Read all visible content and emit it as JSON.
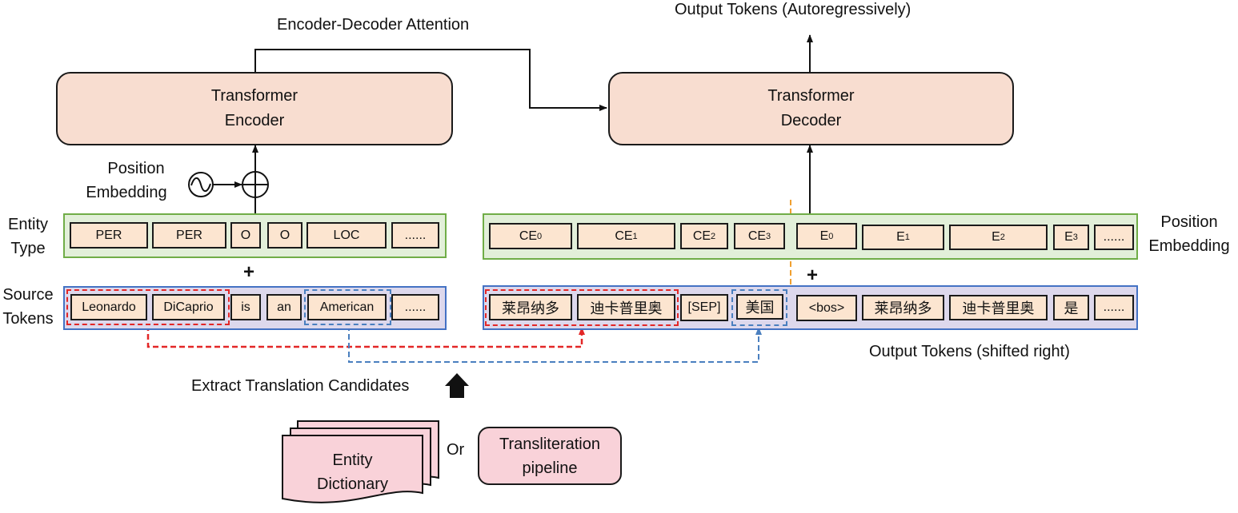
{
  "titles": {
    "enc_dec_attention": "Encoder-Decoder Attention",
    "output_autoregressive": "Output Tokens (Autoregressively)",
    "output_shifted": "Output Tokens (shifted right)",
    "extract_candidates": "Extract Translation Candidates",
    "or": "Or"
  },
  "encoder": {
    "line1": "Transformer",
    "line2": "Encoder"
  },
  "decoder": {
    "line1": "Transformer",
    "line2": "Decoder"
  },
  "left_labels": {
    "position_line1": "Position",
    "position_line2": "Embedding",
    "entity_line1": "Entity",
    "entity_line2": "Type",
    "source_line1": "Source",
    "source_line2": "Tokens"
  },
  "right_labels": {
    "position_line1": "Position",
    "position_line2": "Embedding"
  },
  "plus": "+",
  "entity_types": [
    "PER",
    "PER",
    "O",
    "O",
    "LOC",
    "......"
  ],
  "source_tokens": [
    "Leonardo",
    "DiCaprio",
    "is",
    "an",
    "American",
    "......"
  ],
  "candidate_embeddings": [
    {
      "base": "CE",
      "sub": "0"
    },
    {
      "base": "CE",
      "sub": "1"
    },
    {
      "base": "CE",
      "sub": "2"
    },
    {
      "base": "CE",
      "sub": "3"
    }
  ],
  "output_embeddings": [
    {
      "base": "E",
      "sub": "0"
    },
    {
      "base": "E",
      "sub": "1"
    },
    {
      "base": "E",
      "sub": "2"
    },
    {
      "base": "E",
      "sub": "3"
    },
    {
      "base": "......",
      "sub": ""
    }
  ],
  "candidate_tokens": [
    "莱昂纳多",
    "迪卡普里奥",
    "[SEP]",
    "美国"
  ],
  "output_tokens": [
    "<bos>",
    "莱昂纳多",
    "迪卡普里奥",
    "是",
    "......"
  ],
  "dictionary": {
    "line1": "Entity",
    "line2": "Dictionary"
  },
  "transliteration": {
    "line1": "Transliteration",
    "line2": "pipeline"
  },
  "colors": {
    "token_fill": "#fce5d0",
    "block_fill": "#f8ddd0",
    "green_panel": "#e2efd9",
    "blue_panel": "#ddd8ec",
    "red_dash": "#e32727",
    "blue_dash": "#4a7fbf",
    "orange_divider": "#f0a030"
  }
}
